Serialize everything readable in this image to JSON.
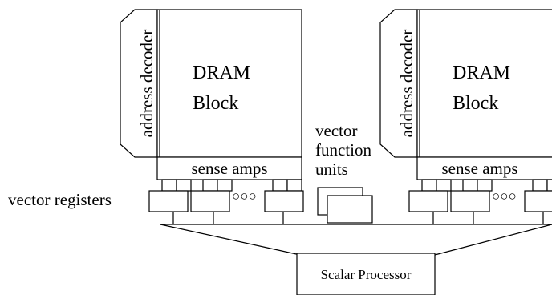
{
  "diagram": {
    "left_bank": {
      "decoder_label": "address decoder",
      "dram_line1": "DRAM",
      "dram_line2": "Block",
      "sense_amps": "sense amps",
      "register_ellipsis": "○○○"
    },
    "right_bank": {
      "decoder_label": "address decoder",
      "dram_line1": "DRAM",
      "dram_line2": "Block",
      "sense_amps": "sense amps",
      "register_ellipsis": "○○○"
    },
    "vector_registers_label": "vector registers",
    "vfu_line1": "vector",
    "vfu_line2": "function",
    "vfu_line3": "units",
    "scalar_processor": "Scalar Processor"
  }
}
